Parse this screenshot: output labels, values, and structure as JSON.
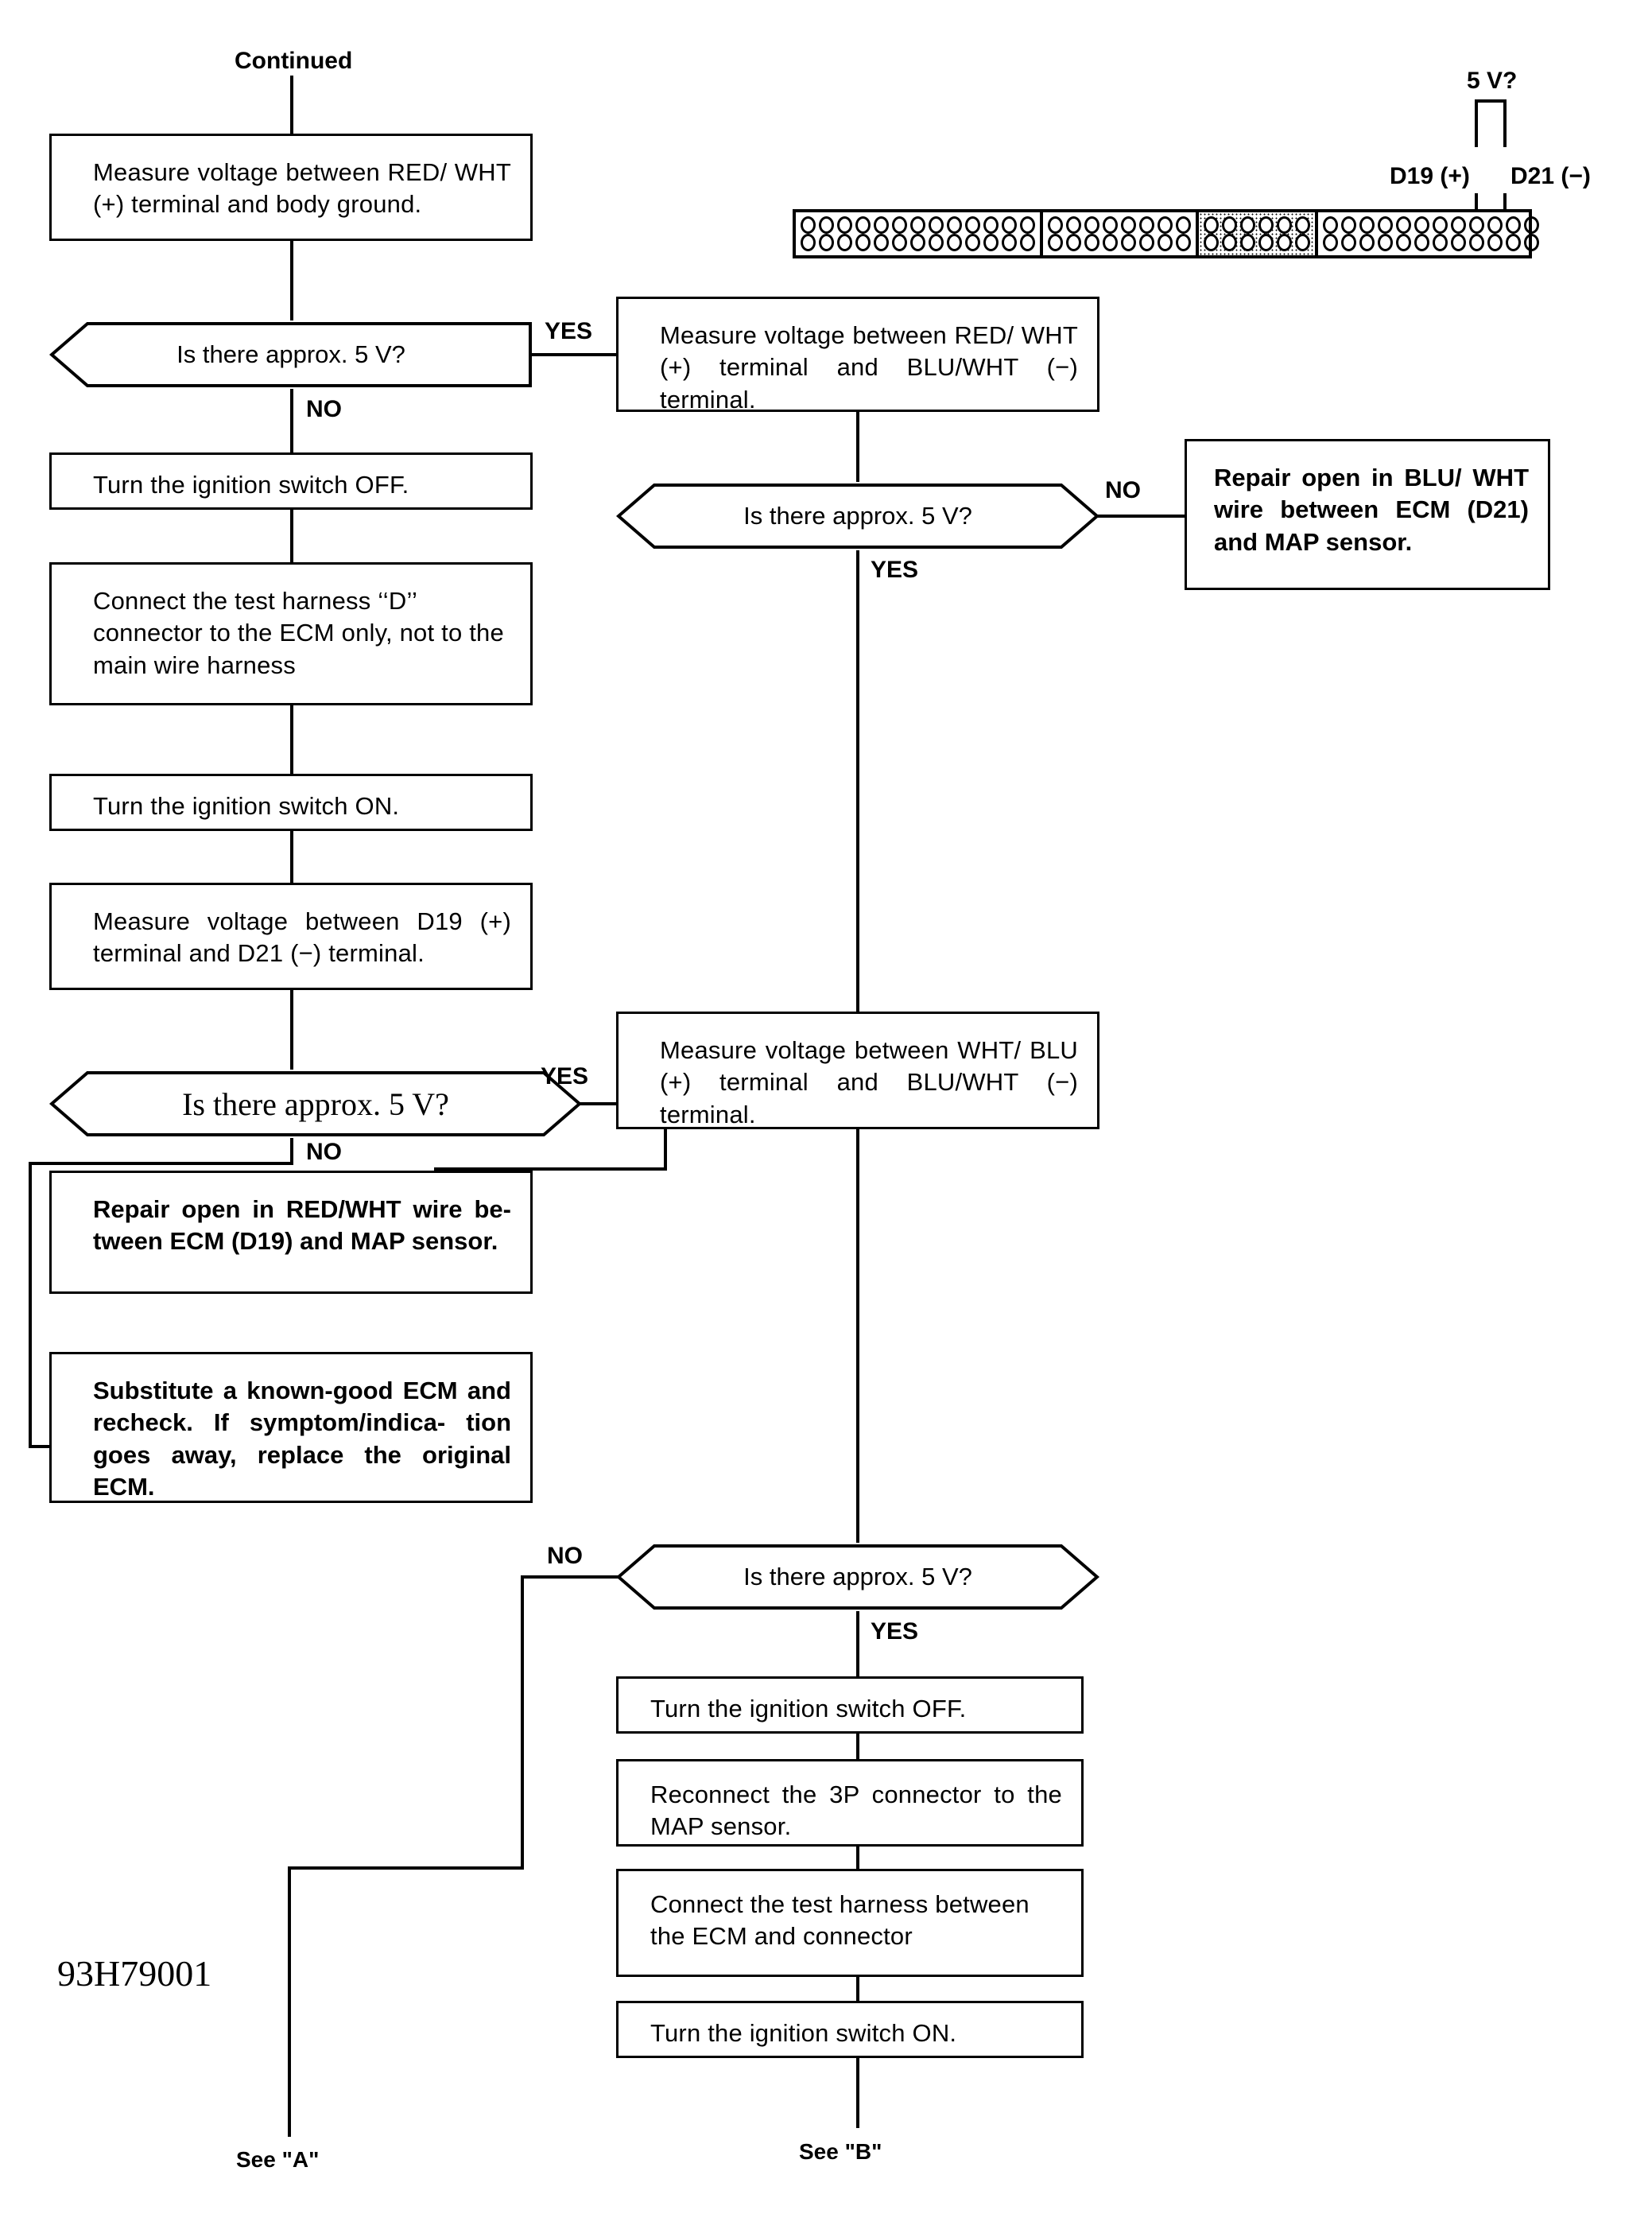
{
  "page": {
    "continued_label": "Continued",
    "drawing_code": "93H79001",
    "five_volt_label": "5 V?",
    "d19_label": "D19 (+)",
    "d21_label": "D21 (−)",
    "see_a": "See \"A\"",
    "see_b": "See \"B\""
  },
  "branch_labels": {
    "yes": "YES",
    "no": "NO"
  },
  "nodes": {
    "measure_red_wht_ground": "Measure voltage between RED/ WHT (+) terminal and body ground.",
    "decision_1": "Is there approx. 5 V?",
    "ignition_off_1": "Turn the ignition switch OFF.",
    "connect_harness_d": "Connect the test harness ‘‘D’’ connector to the ECM only, not to the main wire harness",
    "ignition_on_1": "Turn the ignition switch ON.",
    "measure_d19_d21": "Measure voltage between D19 (+) terminal and D21 (−) terminal.",
    "decision_2": "Is there approx. 5 V?",
    "repair_red_wht": "Repair open in RED/WHT wire be- tween ECM (D19) and MAP sensor.",
    "substitute_ecm": "Substitute a known-good ECM and recheck. If symptom/indica- tion goes away, replace the original ECM.",
    "measure_red_wht_blu_wht": "Measure voltage between RED/ WHT (+) terminal and BLU/WHT (−) terminal.",
    "decision_3": "Is there approx. 5 V?",
    "repair_blu_wht": "Repair open in BLU/ WHT wire between ECM (D21) and MAP sensor.",
    "measure_wht_blu": "Measure voltage between WHT/ BLU (+) terminal and BLU/WHT (−) terminal.",
    "decision_4": "Is there approx. 5 V?",
    "ignition_off_2": "Turn the ignition switch OFF.",
    "reconnect_3p": "Reconnect the 3P connector to the MAP sensor.",
    "connect_harness_ecm": "Connect the test harness between the ECM and connector",
    "ignition_on_2": "Turn the ignition switch ON."
  },
  "connector": {
    "groups": [
      {
        "pins_per_row": 13,
        "rows": 2,
        "shaded": false
      },
      {
        "pins_per_row": 8,
        "rows": 2,
        "shaded": false
      },
      {
        "pins_per_row": 6,
        "rows": 2,
        "shaded": true
      },
      {
        "pins_per_row": 12,
        "rows": 2,
        "shaded": false
      }
    ]
  }
}
